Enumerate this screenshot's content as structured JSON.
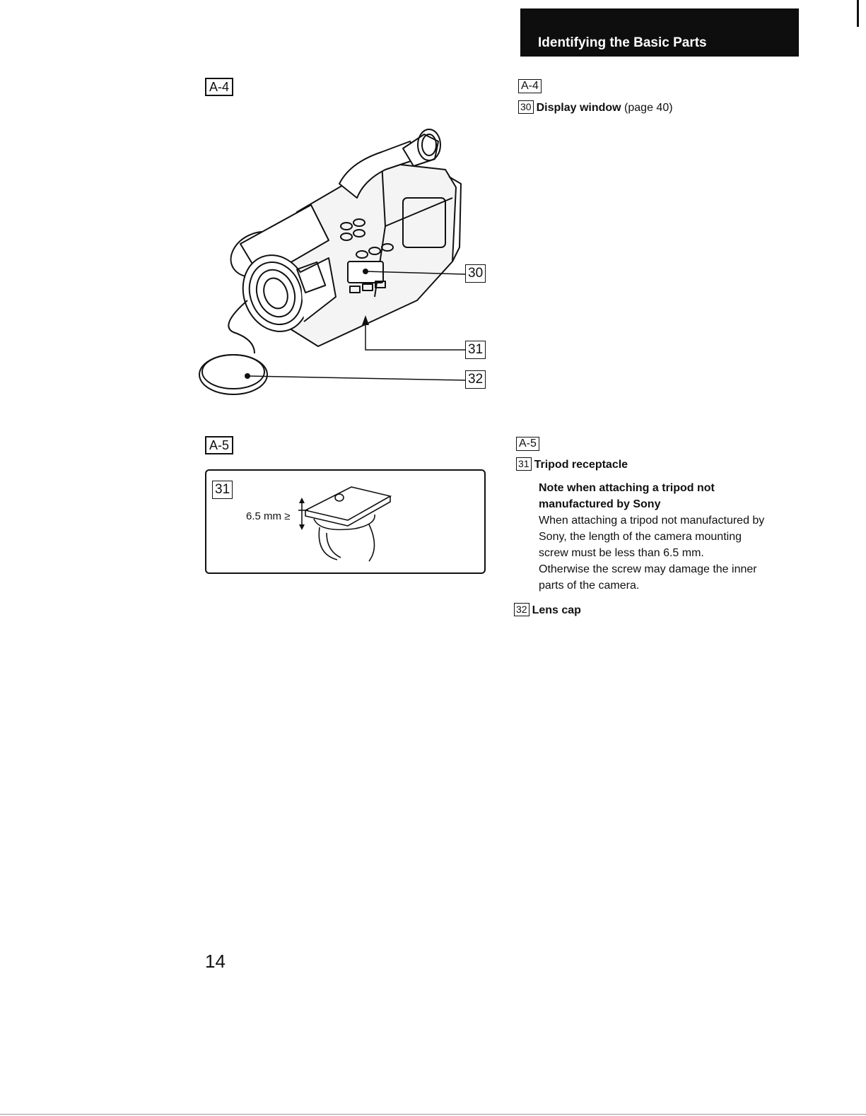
{
  "header": {
    "title": "Identifying the Basic Parts"
  },
  "left": {
    "fig_a4_label": "A-4",
    "fig_a5_label": "A-5",
    "callouts": {
      "c30": "30",
      "c31": "31",
      "c32": "32"
    },
    "tripod_fig": {
      "callout": "31",
      "dimension": "6.5 mm",
      "symbol": "≥"
    }
  },
  "right": {
    "section_a4": {
      "label": "A-4",
      "items": [
        {
          "num": "30",
          "name": "Display window",
          "ref": "(page 40)"
        }
      ]
    },
    "section_a5": {
      "label": "A-5",
      "items": [
        {
          "num": "31",
          "name": "Tripod receptacle"
        },
        {
          "num": "32",
          "name": "Lens cap"
        }
      ],
      "note": {
        "heading_line1": "Note when attaching a tripod not",
        "heading_line2": "manufactured by Sony",
        "line1": "When attaching a tripod not manufactured by",
        "line2": "Sony, the length of the camera mounting",
        "line3": "screw must be less than 6.5 mm.",
        "line4": "Otherwise the screw may damage the inner",
        "line5": "parts of the camera."
      }
    }
  },
  "footer": {
    "page_number": "14"
  }
}
